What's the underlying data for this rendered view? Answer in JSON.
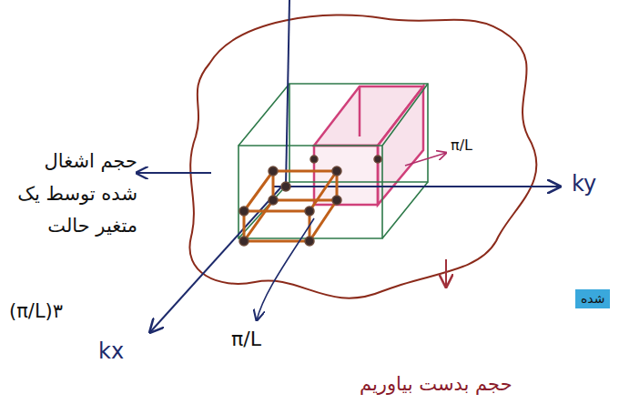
{
  "diagram": {
    "labels": [
      "حجم اشغال شده توسط یک متغیر حالت",
      "(π/L)۳",
      "kx",
      "π/L",
      "ky",
      "π/L",
      "حجم بدست بیاوریم",
      "شده"
    ]
  }
}
